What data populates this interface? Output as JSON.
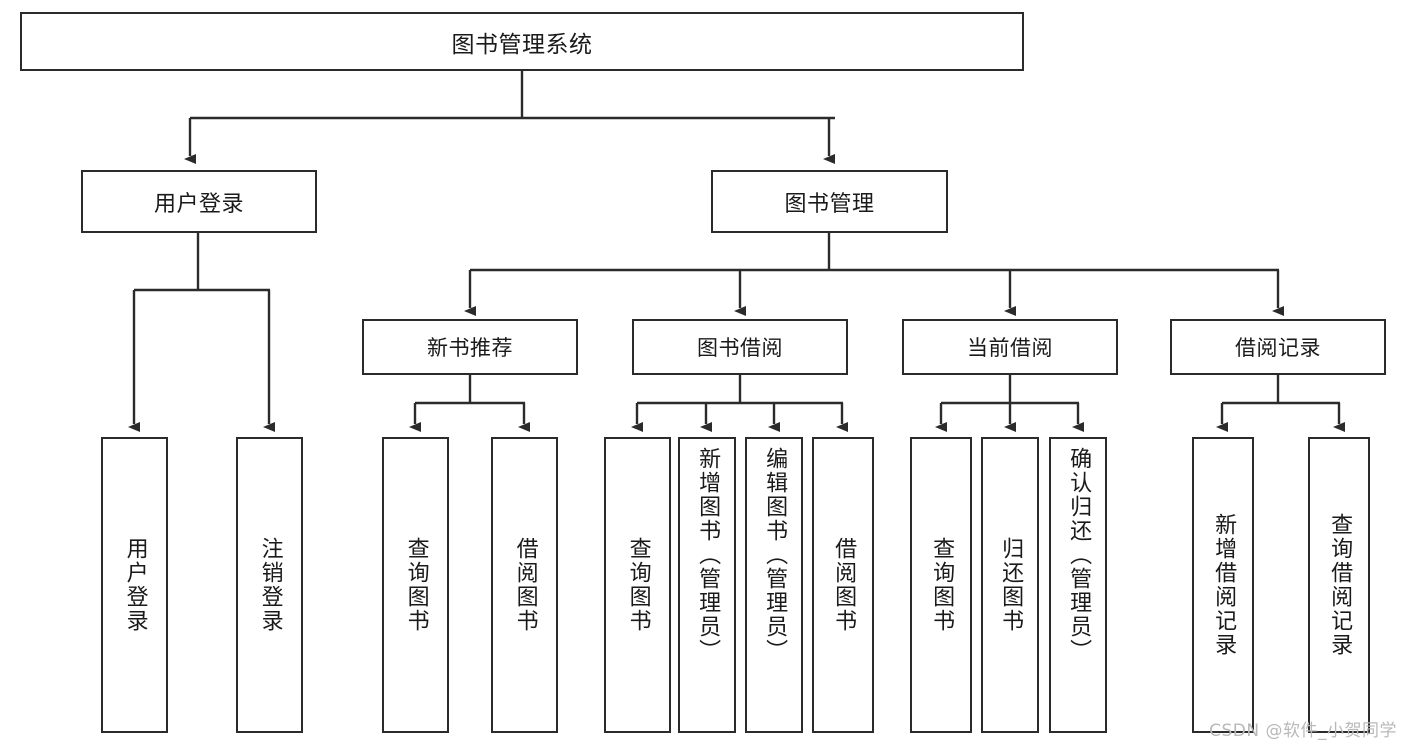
{
  "diagram": {
    "type": "tree-hierarchy",
    "title": "图书管理系统",
    "root": {
      "label": "图书管理系统"
    },
    "level1": [
      {
        "label": "用户登录"
      },
      {
        "label": "图书管理"
      }
    ],
    "level2": [
      {
        "label": "新书推荐"
      },
      {
        "label": "图书借阅"
      },
      {
        "label": "当前借阅"
      },
      {
        "label": "借阅记录"
      }
    ],
    "leaves": {
      "user_login": [
        {
          "label": "用户登录"
        },
        {
          "label": "注销登录"
        }
      ],
      "new_book": [
        {
          "label": "查询图书"
        },
        {
          "label": "借阅图书"
        }
      ],
      "book_borrow": [
        {
          "label": "查询图书"
        },
        {
          "label": "新增图书（管理员）"
        },
        {
          "label": "编辑图书（管理员）"
        },
        {
          "label": "借阅图书"
        }
      ],
      "current_borrow": [
        {
          "label": "查询图书"
        },
        {
          "label": "归还图书"
        },
        {
          "label": "确认归还（管理员）"
        }
      ],
      "borrow_record": [
        {
          "label": "新增借阅记录"
        },
        {
          "label": "查询借阅记录"
        }
      ]
    }
  },
  "watermark": {
    "text": "CSDN @软件_小贺同学"
  },
  "colors": {
    "stroke": "#2b2b2b",
    "background": "#ffffff",
    "text": "#1a1a1a",
    "watermark": "#b9b9b9"
  }
}
